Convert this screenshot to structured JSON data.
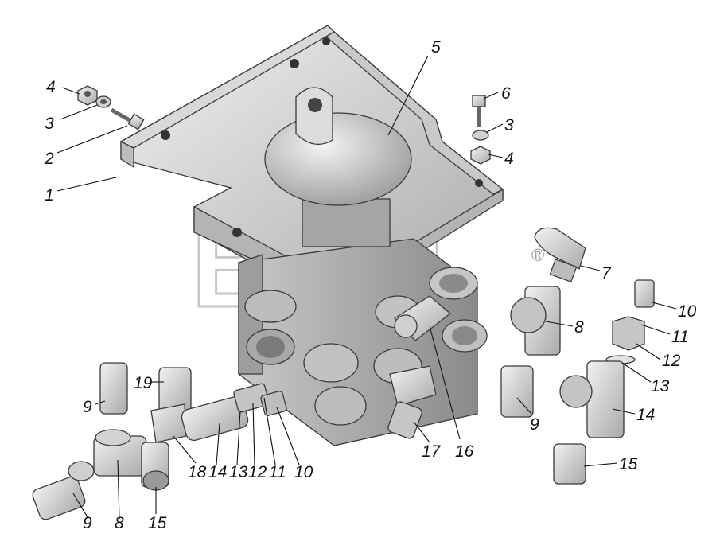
{
  "watermark": {
    "text": "ВТМ",
    "mark": "®"
  },
  "labels": [
    {
      "id": "lbl-4-left",
      "text": "4"
    },
    {
      "id": "lbl-3-left",
      "text": "3"
    },
    {
      "id": "lbl-2",
      "text": "2"
    },
    {
      "id": "lbl-1",
      "text": "1"
    },
    {
      "id": "lbl-5",
      "text": "5"
    },
    {
      "id": "lbl-6",
      "text": "6"
    },
    {
      "id": "lbl-3-right",
      "text": "3"
    },
    {
      "id": "lbl-4-right",
      "text": "4"
    },
    {
      "id": "lbl-7",
      "text": "7"
    },
    {
      "id": "lbl-8-right",
      "text": "8"
    },
    {
      "id": "lbl-10-right",
      "text": "10"
    },
    {
      "id": "lbl-11-right",
      "text": "11"
    },
    {
      "id": "lbl-12-right",
      "text": "12"
    },
    {
      "id": "lbl-13-right",
      "text": "13"
    },
    {
      "id": "lbl-14-right",
      "text": "14"
    },
    {
      "id": "lbl-15-right",
      "text": "15"
    },
    {
      "id": "lbl-9-mid",
      "text": "9"
    },
    {
      "id": "lbl-16",
      "text": "16"
    },
    {
      "id": "lbl-17",
      "text": "17"
    },
    {
      "id": "lbl-19",
      "text": "19"
    },
    {
      "id": "lbl-9-left",
      "text": "9"
    },
    {
      "id": "lbl-18",
      "text": "18"
    },
    {
      "id": "lbl-14-bottom",
      "text": "14"
    },
    {
      "id": "lbl-13-bottom",
      "text": "13"
    },
    {
      "id": "lbl-12-bottom",
      "text": "12"
    },
    {
      "id": "lbl-11-bottom",
      "text": "11"
    },
    {
      "id": "lbl-10-bottom",
      "text": "10"
    },
    {
      "id": "lbl-9-bottom",
      "text": "9"
    },
    {
      "id": "lbl-8-bottom",
      "text": "8"
    },
    {
      "id": "lbl-15-bottom",
      "text": "15"
    }
  ]
}
